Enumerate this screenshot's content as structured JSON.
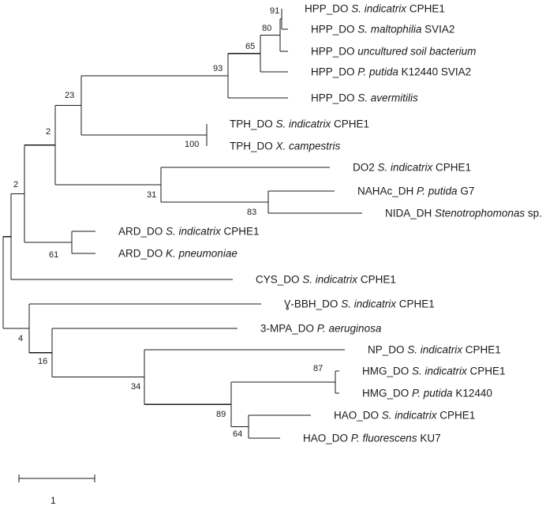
{
  "leaves": [
    {
      "id": "L1",
      "plain": "HPP_DO ",
      "species": "S. indicatrix",
      "strain": " CPHE1"
    },
    {
      "id": "L2",
      "plain": "HPP_DO ",
      "species": "S. maltophilia",
      "strain": " SVIA2"
    },
    {
      "id": "L3",
      "plain": "HPP_DO ",
      "species": "uncultured soil bacterium",
      "strain": ""
    },
    {
      "id": "L4",
      "plain": "HPP_DO ",
      "species": "P. putida",
      "strain": " K12440 SVIA2"
    },
    {
      "id": "L5",
      "plain": "HPP_DO ",
      "species": "S. avermitilis",
      "strain": ""
    },
    {
      "id": "L6",
      "plain": "TPH_DO ",
      "species": "S. indicatrix",
      "strain": " CPHE1"
    },
    {
      "id": "L7",
      "plain": "TPH_DO ",
      "species": "X. campestris",
      "strain": ""
    },
    {
      "id": "L8",
      "plain": "DO2 ",
      "species": "S. indicatrix",
      "strain": " CPHE1"
    },
    {
      "id": "L9",
      "plain": "NAHAc_DH ",
      "species": "P. putida",
      "strain": " G7"
    },
    {
      "id": "L10",
      "plain": "NIDA_DH ",
      "species": "Stenotrophomonas",
      "strain": " sp."
    },
    {
      "id": "L11",
      "plain": "ARD_DO ",
      "species": "S. indicatrix",
      "strain": " CPHE1"
    },
    {
      "id": "L12",
      "plain": "ARD_DO ",
      "species": "K. pneumoniae",
      "strain": ""
    },
    {
      "id": "L13",
      "plain": "CYS_DO ",
      "species": "S. indicatrix",
      "strain": " CPHE1"
    },
    {
      "id": "L14",
      "plain": "Ɣ-BBH_DO ",
      "species": "S. indicatrix",
      "strain": " CPHE1"
    },
    {
      "id": "L15",
      "plain": "3-MPA_DO ",
      "species": "P. aeruginosa",
      "strain": ""
    },
    {
      "id": "L16",
      "plain": "NP_DO ",
      "species": "S. indicatrix",
      "strain": " CPHE1"
    },
    {
      "id": "L17",
      "plain": "HMG_DO ",
      "species": "S. indicatrix",
      "strain": " CPHE1"
    },
    {
      "id": "L18",
      "plain": "HMG_DO ",
      "species": "P. putida",
      "strain": " K12440"
    },
    {
      "id": "L19",
      "plain": "HAO_DO ",
      "species": "S. indicatrix",
      "strain": " CPHE1"
    },
    {
      "id": "L20",
      "plain": "HAO_DO ",
      "species": "P. fluorescens",
      "strain": " KU7"
    }
  ],
  "bootstrap": {
    "n_hpp1": "91",
    "n_hpp2": "80",
    "n_hpp3": "65",
    "n_hpp4": "93",
    "n_hpp_tph": "23",
    "n_tph": "100",
    "n_a": "2",
    "n_do2": "31",
    "n_nah": "83",
    "n_b": "2",
    "n_ard": "61",
    "n_e": "4",
    "n_f": "16",
    "n_np": "34",
    "n_hmg_hao": "89",
    "n_hmg": "87",
    "n_hao": "64"
  },
  "scale_bar": {
    "label": "1"
  }
}
